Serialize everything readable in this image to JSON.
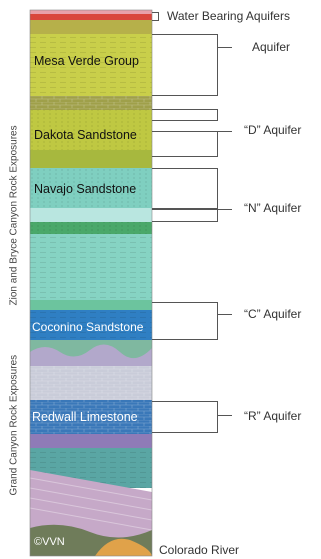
{
  "column": {
    "units": [
      {
        "name": "Mesa Verde Group"
      },
      {
        "name": "Dakota Sandstone"
      },
      {
        "name": "Navajo Sandstone"
      },
      {
        "name": "Coconino Sandstone"
      },
      {
        "name": "Redwall Limestone"
      }
    ],
    "copyright": "©VVN"
  },
  "side_labels": {
    "zion_bryce": "Zion and Bryce Canyon Rock Exposures",
    "grand_canyon": "Grand Canyon Rock Exposures"
  },
  "aquifers": {
    "water_bearing": "Water Bearing Aquifers",
    "aquifer": "Aquifer",
    "d": "“D” Aquifer",
    "n": "“N” Aquifer",
    "c": "“C” Aquifer",
    "r": "“R” Aquifer"
  },
  "bottom_label": "Colorado River",
  "colors": {
    "sandstone_yellow": "#c9cf4a",
    "navajo_teal": "#7fcfc0",
    "coconino_blue": "#2f7fc3",
    "redwall_blue": "#3a78b9",
    "top_red": "#d9463b",
    "purple_layers": "#a9a0c8"
  }
}
